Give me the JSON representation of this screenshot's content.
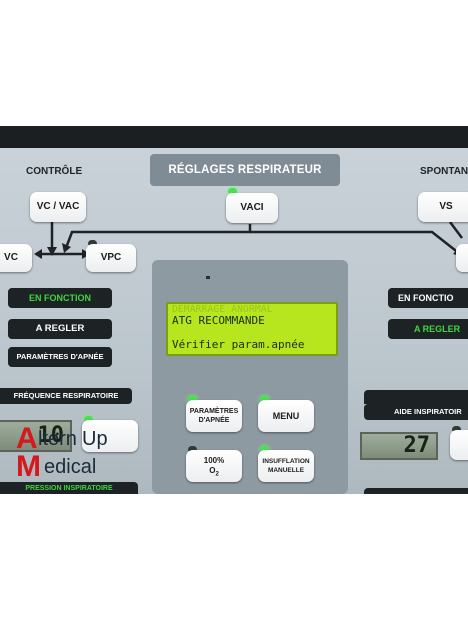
{
  "header": {
    "title": "RÉGLAGES RESPIRATEUR"
  },
  "sections": {
    "left": "CONTRÔLE",
    "right": "SPONTAN"
  },
  "modes": {
    "vc_vac": "VC / VAC",
    "vaci": "VACI",
    "vs": "VS",
    "vc": "VC",
    "vpc": "VPC"
  },
  "left_labels": {
    "en_fonction": "EN FONCTION",
    "a_regler": "A REGLER",
    "parametres_apnee": "PARAMÈTRES D'APNÉE",
    "frequence": "FRÉQUENCE RESPIRATOIRE",
    "bottom": "PRESSION INSPIRATOIRE",
    "freq_value": "10"
  },
  "right_labels": {
    "en_fonction": "EN FONCTIO",
    "a_regler": "A REGLER",
    "aide": "AIDE INSPIRATOIR",
    "aide_value": "27"
  },
  "lcd": {
    "line1": "DEMARRAGE ANORMAL",
    "line2": "ATG RECOMMANDE",
    "line3": "Vérifier param.apnée"
  },
  "center_buttons": {
    "parametres_line1": "PARAMÈTRES",
    "parametres_line2": "D'APNÉE",
    "menu": "MENU",
    "o2_line1": "100%",
    "o2_line2": "O",
    "o2_sub": "2",
    "insufflation_line1": "INSUFFLATION",
    "insufflation_line2": "MANUELLE"
  },
  "watermark": {
    "line1_big": "A",
    "line1_rest": "ltern",
    "line1_up": "Up",
    "line2_big": "M",
    "line2_rest": "edical"
  },
  "colors": {
    "led_on": "#47e34c",
    "lcd": "#b7e61e",
    "dark_label": "#1d2225",
    "label_green": "#3fd63f",
    "brand_red": "#d4191c"
  }
}
